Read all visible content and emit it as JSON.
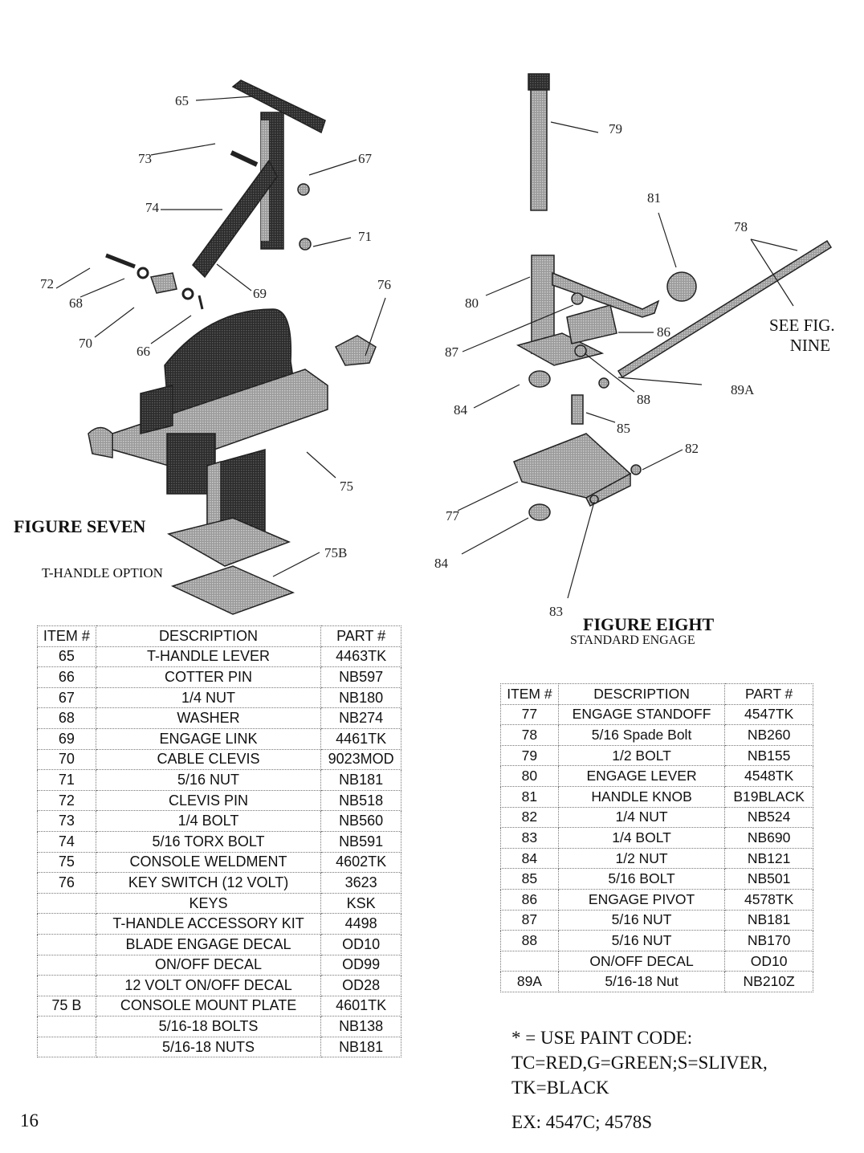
{
  "figure_seven": {
    "title": "FIGURE SEVEN",
    "subtitle": "T-HANDLE OPTION",
    "callouts": {
      "c65": "65",
      "c73": "73",
      "c67": "67",
      "c74": "74",
      "c71": "71",
      "c72": "72",
      "c68": "68",
      "c69": "69",
      "c76": "76",
      "c70": "70",
      "c66": "66",
      "c75": "75",
      "c75b": "75B"
    }
  },
  "figure_eight": {
    "title": "FIGURE EIGHT",
    "subtitle": "STANDARD ENGAGE",
    "see_fig": [
      "SEE FIG.",
      "NINE"
    ],
    "callouts": {
      "c79": "79",
      "c81": "81",
      "c78": "78",
      "c80": "80",
      "c86": "86",
      "c87": "87",
      "c88": "88",
      "c89a": "89A",
      "c84a": "84",
      "c85": "85",
      "c82": "82",
      "c77": "77",
      "c84b": "84",
      "c83": "83"
    }
  },
  "table_seven": {
    "headers": [
      "ITEM #",
      "DESCRIPTION",
      "PART #"
    ],
    "rows": [
      [
        "65",
        "T-HANDLE LEVER",
        "4463TK"
      ],
      [
        "66",
        "COTTER PIN",
        "NB597"
      ],
      [
        "67",
        "1/4 NUT",
        "NB180"
      ],
      [
        "68",
        "WASHER",
        "NB274"
      ],
      [
        "69",
        "ENGAGE LINK",
        "4461TK"
      ],
      [
        "70",
        "CABLE CLEVIS",
        "9023MOD"
      ],
      [
        "71",
        "5/16 NUT",
        "NB181"
      ],
      [
        "72",
        "CLEVIS PIN",
        "NB518"
      ],
      [
        "73",
        "1/4 BOLT",
        "NB560"
      ],
      [
        "74",
        "5/16 TORX BOLT",
        "NB591"
      ],
      [
        "75",
        "CONSOLE WELDMENT",
        "4602TK"
      ],
      [
        "76",
        "KEY SWITCH (12 VOLT)",
        "3623"
      ],
      [
        "",
        "KEYS",
        "KSK"
      ],
      [
        "",
        "T-HANDLE ACCESSORY KIT",
        "4498"
      ],
      [
        "",
        "BLADE ENGAGE DECAL",
        "OD10"
      ],
      [
        "",
        "ON/OFF DECAL",
        "OD99"
      ],
      [
        "",
        "12 VOLT ON/OFF DECAL",
        "OD28"
      ],
      [
        "75 B",
        "CONSOLE MOUNT PLATE",
        "4601TK"
      ],
      [
        "",
        "5/16-18 BOLTS",
        "NB138"
      ],
      [
        "",
        "5/16-18 NUTS",
        "NB181"
      ]
    ]
  },
  "table_eight": {
    "headers": [
      "ITEM #",
      "DESCRIPTION",
      "PART #"
    ],
    "rows": [
      [
        "77",
        "ENGAGE STANDOFF",
        "4547TK"
      ],
      [
        "78",
        "5/16 Spade Bolt",
        "NB260"
      ],
      [
        "79",
        "1/2 BOLT",
        "NB155"
      ],
      [
        "80",
        "ENGAGE LEVER",
        "4548TK"
      ],
      [
        "81",
        "HANDLE KNOB",
        "B19BLACK"
      ],
      [
        "82",
        "1/4 NUT",
        "NB524"
      ],
      [
        "83",
        "1/4 BOLT",
        "NB690"
      ],
      [
        "84",
        "1/2 NUT",
        "NB121"
      ],
      [
        "85",
        "5/16 BOLT",
        "NB501"
      ],
      [
        "86",
        "ENGAGE PIVOT",
        "4578TK"
      ],
      [
        "87",
        "5/16 NUT",
        "NB181"
      ],
      [
        "88",
        "5/16 NUT",
        "NB170"
      ],
      [
        "",
        "ON/OFF DECAL",
        "OD10"
      ],
      [
        "89A",
        "5/16-18 Nut",
        "NB210Z"
      ]
    ]
  },
  "paint_note": {
    "line1": "* = USE PAINT CODE:",
    "line2": "TC=RED,G=GREEN;S=SLIVER,",
    "line3": "TK=BLACK",
    "example": "EX: 4547C; 4578S"
  },
  "page_number": "16"
}
